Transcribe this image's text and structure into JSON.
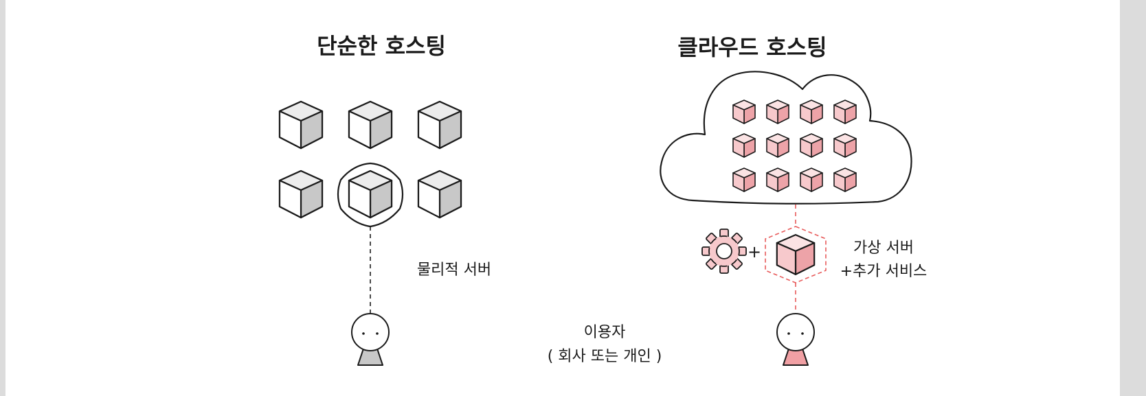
{
  "left_panel": {
    "title": "단순한 호스팅",
    "server_label": "물리적 서버"
  },
  "right_panel": {
    "title": "클라우드 호스팅",
    "service_label_line1": "가상 서버",
    "service_label_line2": "+추가 서비스",
    "plus_sign": "+"
  },
  "user_caption": {
    "line1": "이용자",
    "line2": "( 회사 또는 개인 )"
  },
  "colors": {
    "gray_face": "#c8c8c8",
    "gray_top": "#ececec",
    "pink_front": "#f7c9cc",
    "pink_side": "#eda3a8",
    "pink_top": "#fbe3e4",
    "dashed_red": "#e85a5a",
    "stroke": "#1a1a1a"
  },
  "icons": [
    "server-cube-icon",
    "cloud-icon",
    "gear-icon",
    "user-icon"
  ]
}
